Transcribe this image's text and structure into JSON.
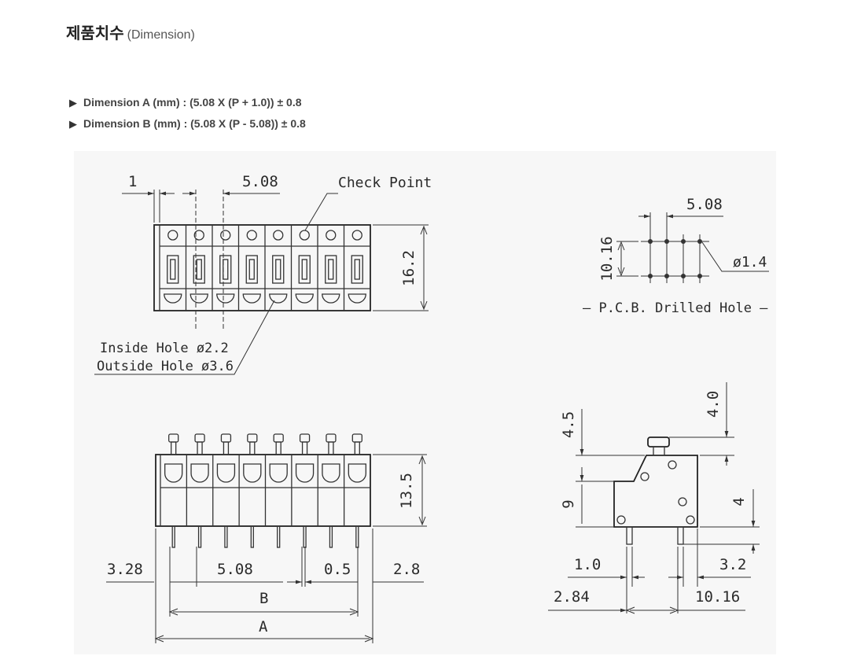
{
  "header": {
    "title": "제품치수",
    "subtitle": "(Dimension)"
  },
  "specs": [
    {
      "bullet": "▶",
      "text": "Dimension A (mm) : (5.08 X (P + 1.0)) ± 0.8"
    },
    {
      "bullet": "▶",
      "text": "Dimension B (mm) : (5.08 X (P - 5.08)) ± 0.8"
    }
  ],
  "top_view": {
    "dim_1": "1",
    "pitch": "5.08",
    "check_point": "Check Point",
    "height": "16.2",
    "inside_hole": "Inside Hole ø2.2",
    "outside_hole": "Outside Hole ø3.6"
  },
  "pcb_view": {
    "pitch": "5.08",
    "row_spacing": "10.16",
    "hole_dia": "ø1.4",
    "caption": "— P.C.B. Drilled Hole —"
  },
  "front_view": {
    "height": "13.5",
    "left_offset": "3.28",
    "pitch": "5.08",
    "pin_width": "0.5",
    "right_offset": "2.8",
    "label_b": "B",
    "label_a": "A"
  },
  "side_view": {
    "dim_4_5": "4.5",
    "dim_4_0": "4.0",
    "dim_9": "9",
    "dim_4": "4",
    "dim_1_0": "1.0",
    "dim_3_2": "3.2",
    "dim_2_84": "2.84",
    "dim_10_16": "10.16"
  }
}
